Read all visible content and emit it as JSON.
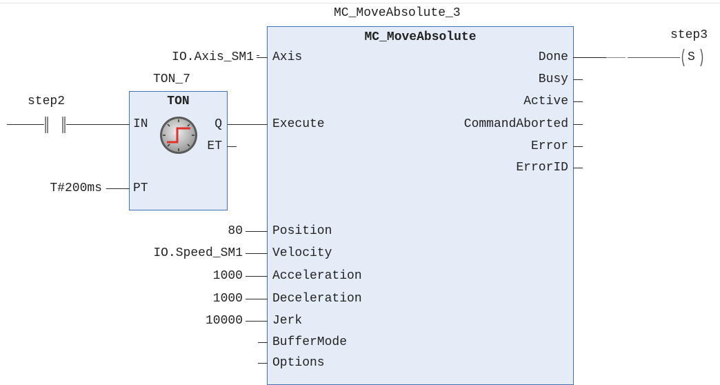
{
  "topbar_color": "#e3e3e3",
  "block_fill": "#e4ecf7",
  "block_border": "#3d6fb6",
  "mc": {
    "instance": "MC_MoveAbsolute_3",
    "type": "MC_MoveAbsolute",
    "inputs": [
      "Axis",
      "Execute",
      "Position",
      "Velocity",
      "Acceleration",
      "Deceleration",
      "Jerk",
      "BufferMode",
      "Options"
    ],
    "outputs": [
      "Done",
      "Busy",
      "Active",
      "CommandAborted",
      "Error",
      "ErrorID"
    ],
    "input_values": {
      "axis": "IO.Axis_SM1",
      "position": "80",
      "velocity": "IO.Speed_SM1",
      "acceleration": "1000",
      "deceleration": "1000",
      "jerk": "10000"
    }
  },
  "ton": {
    "instance": "TON_7",
    "type": "TON",
    "inputs": [
      "IN",
      "PT"
    ],
    "outputs": [
      "Q",
      "ET"
    ],
    "pt_value": "T#200ms",
    "icon": "timer-icon"
  },
  "contact": {
    "variable": "step2",
    "icon": "normally-open-contact-icon"
  },
  "coil": {
    "variable": "step3",
    "symbol": "S",
    "icon": "set-coil-icon"
  }
}
